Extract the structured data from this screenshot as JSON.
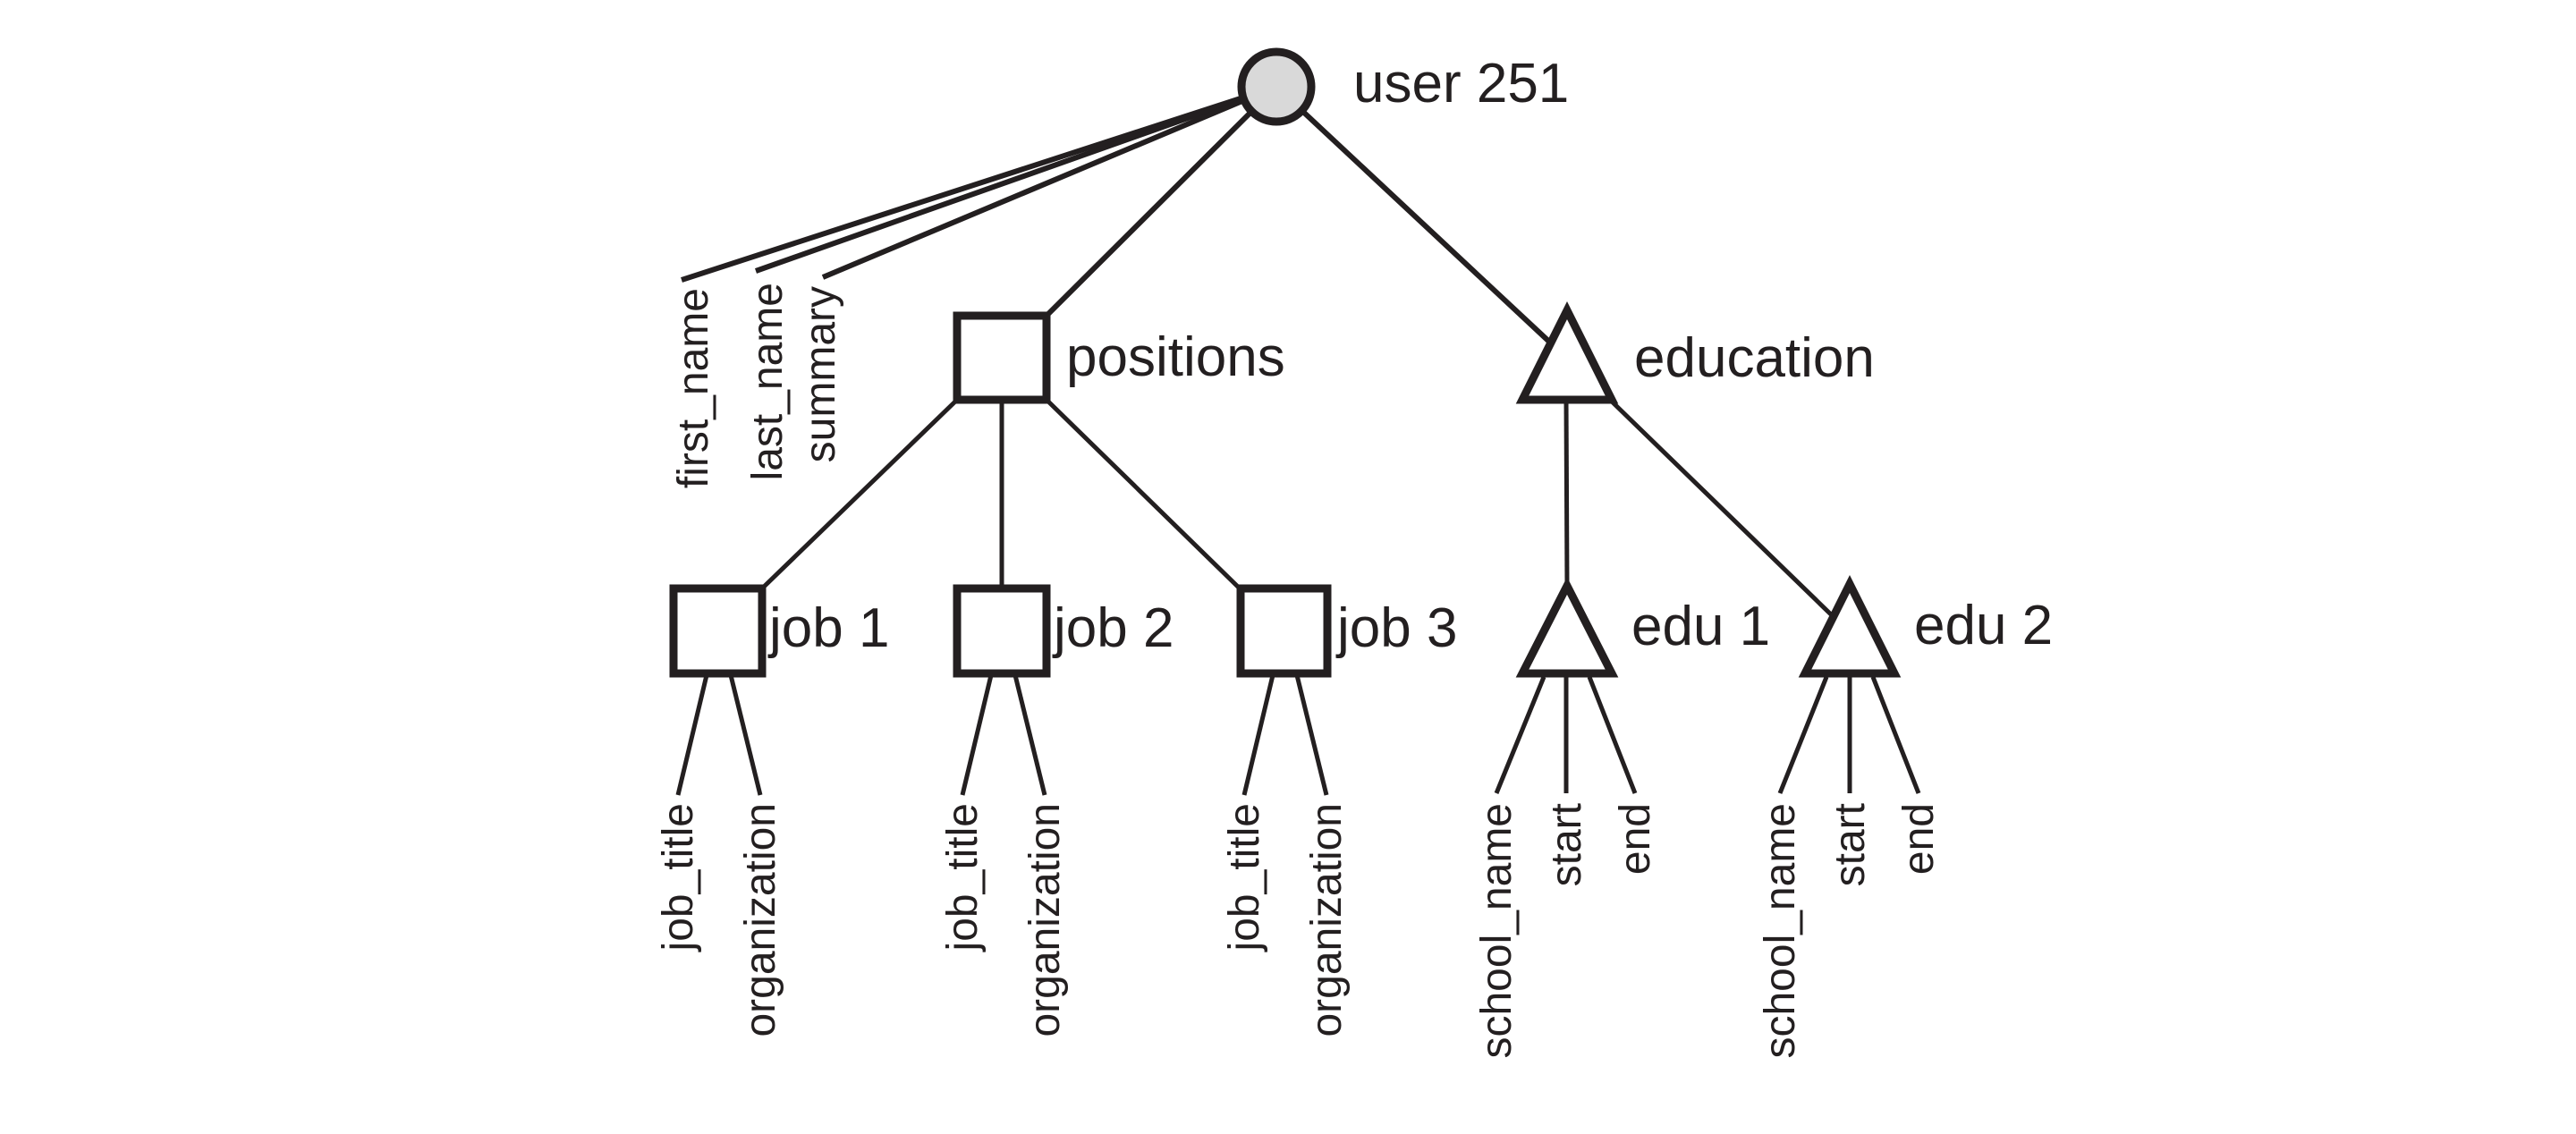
{
  "colors": {
    "ink": "#231f20",
    "root_fill": "#d9d9d9",
    "node_fill": "#ffffff",
    "background": "#ffffff"
  },
  "tree": {
    "root": {
      "label": "user 251",
      "shape": "circle",
      "attributes": [
        "first_name",
        "last_name",
        "summary"
      ]
    },
    "children": [
      {
        "label": "positions",
        "shape": "square",
        "children": [
          {
            "label": "job 1",
            "shape": "square",
            "attributes": [
              "job_title",
              "organization"
            ]
          },
          {
            "label": "job 2",
            "shape": "square",
            "attributes": [
              "job_title",
              "organization"
            ]
          },
          {
            "label": "job 3",
            "shape": "square",
            "attributes": [
              "job_title",
              "organization"
            ]
          }
        ]
      },
      {
        "label": "education",
        "shape": "triangle",
        "children": [
          {
            "label": "edu 1",
            "shape": "triangle",
            "attributes": [
              "school_name",
              "start",
              "end"
            ]
          },
          {
            "label": "edu 2",
            "shape": "triangle",
            "attributes": [
              "school_name",
              "start",
              "end"
            ]
          }
        ]
      }
    ]
  }
}
